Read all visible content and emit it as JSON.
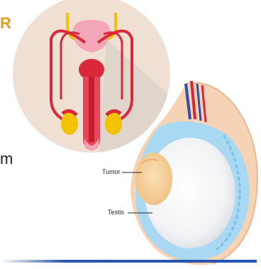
{
  "fragments": {
    "heading_fragment": "R",
    "body_fragment": "m"
  },
  "labels": {
    "tumor": "Tumor",
    "testis": "Testis"
  },
  "colors": {
    "circle_bg": "#efe0d3",
    "circle_shadow": "#d9d0c8",
    "organ_red": "#d9283a",
    "organ_pink": "#f3a7b8",
    "testis_yellow": "#f2c200",
    "scrotum_skin": "#f7d3b6",
    "tunica_blue": "#a9d8f2",
    "tumor_tan": "#f4d09a",
    "rule_blue": "#2455b3"
  }
}
